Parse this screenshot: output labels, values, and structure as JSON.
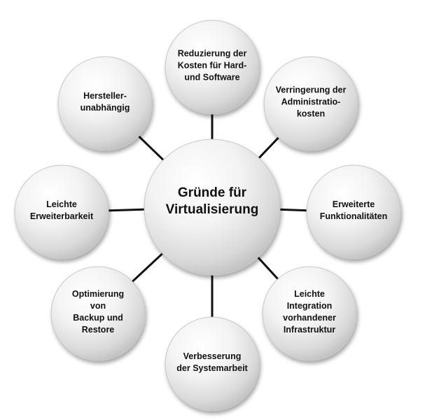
{
  "diagram": {
    "center": {
      "lines": [
        "Gründe für",
        "Virtualisierung"
      ]
    },
    "nodes": [
      {
        "id": "kosten",
        "lines": [
          "Reduzierung der",
          "Kosten für Hard-",
          "und Software"
        ]
      },
      {
        "id": "administration",
        "lines": [
          "Verringerung der",
          "Administratio-",
          "kosten"
        ]
      },
      {
        "id": "funktionalitaeten",
        "lines": [
          "Erweiterte",
          "Funktionalitäten"
        ]
      },
      {
        "id": "integration",
        "lines": [
          "Leichte",
          "Integration",
          "vorhandener",
          "Infrastruktur"
        ]
      },
      {
        "id": "systemarbeit",
        "lines": [
          "Verbesserung",
          "der Systemarbeit"
        ]
      },
      {
        "id": "backup",
        "lines": [
          "Optimierung",
          "von",
          "Backup und",
          "Restore"
        ]
      },
      {
        "id": "erweiterbarkeit",
        "lines": [
          "Leichte",
          "Erweiterbarkeit"
        ]
      },
      {
        "id": "hersteller",
        "lines": [
          "Hersteller-",
          "unabhängig"
        ]
      }
    ]
  }
}
